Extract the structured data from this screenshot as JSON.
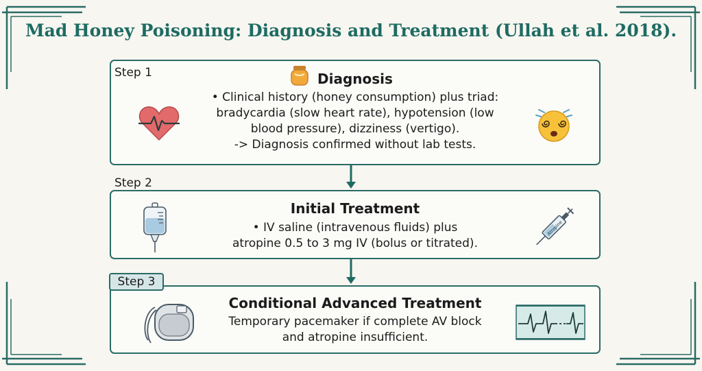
{
  "title": "Mad Honey Poisoning: Diagnosis and Treatment (Ullah et al. 2018).",
  "steps": [
    {
      "label": "Step 1",
      "heading": "Diagnosis",
      "lines": [
        "• Clinical history (honey consumption) plus triad:",
        "bradycardia (slow heart rate), hypotension (low",
        "blood pressure), dizziness (vertigo).",
        "-> Diagnosis confirmed without lab tests."
      ],
      "icons": [
        "honey-jar-icon",
        "heart-ecg-icon",
        "dizzy-face-icon"
      ]
    },
    {
      "label": "Step 2",
      "heading": "Initial Treatment",
      "lines": [
        "• IV saline (intravenous fluids) plus",
        "atropine 0.5 to 3 mg IV (bolus or titrated)."
      ],
      "icons": [
        "iv-bag-icon",
        "syringe-icon"
      ],
      "syringe_text": "Atropine"
    },
    {
      "label": "Step 3",
      "heading": "Conditional Advanced Treatment",
      "lines": [
        "Temporary pacemaker if complete AV block",
        "and atropine insufficient."
      ],
      "icons": [
        "pacemaker-icon",
        "ecg-monitor-icon"
      ]
    }
  ],
  "colors": {
    "accent": "#1e6b62",
    "border": "#2a6b65",
    "heart": "#e26a6a",
    "honey": "#f2a93b"
  }
}
